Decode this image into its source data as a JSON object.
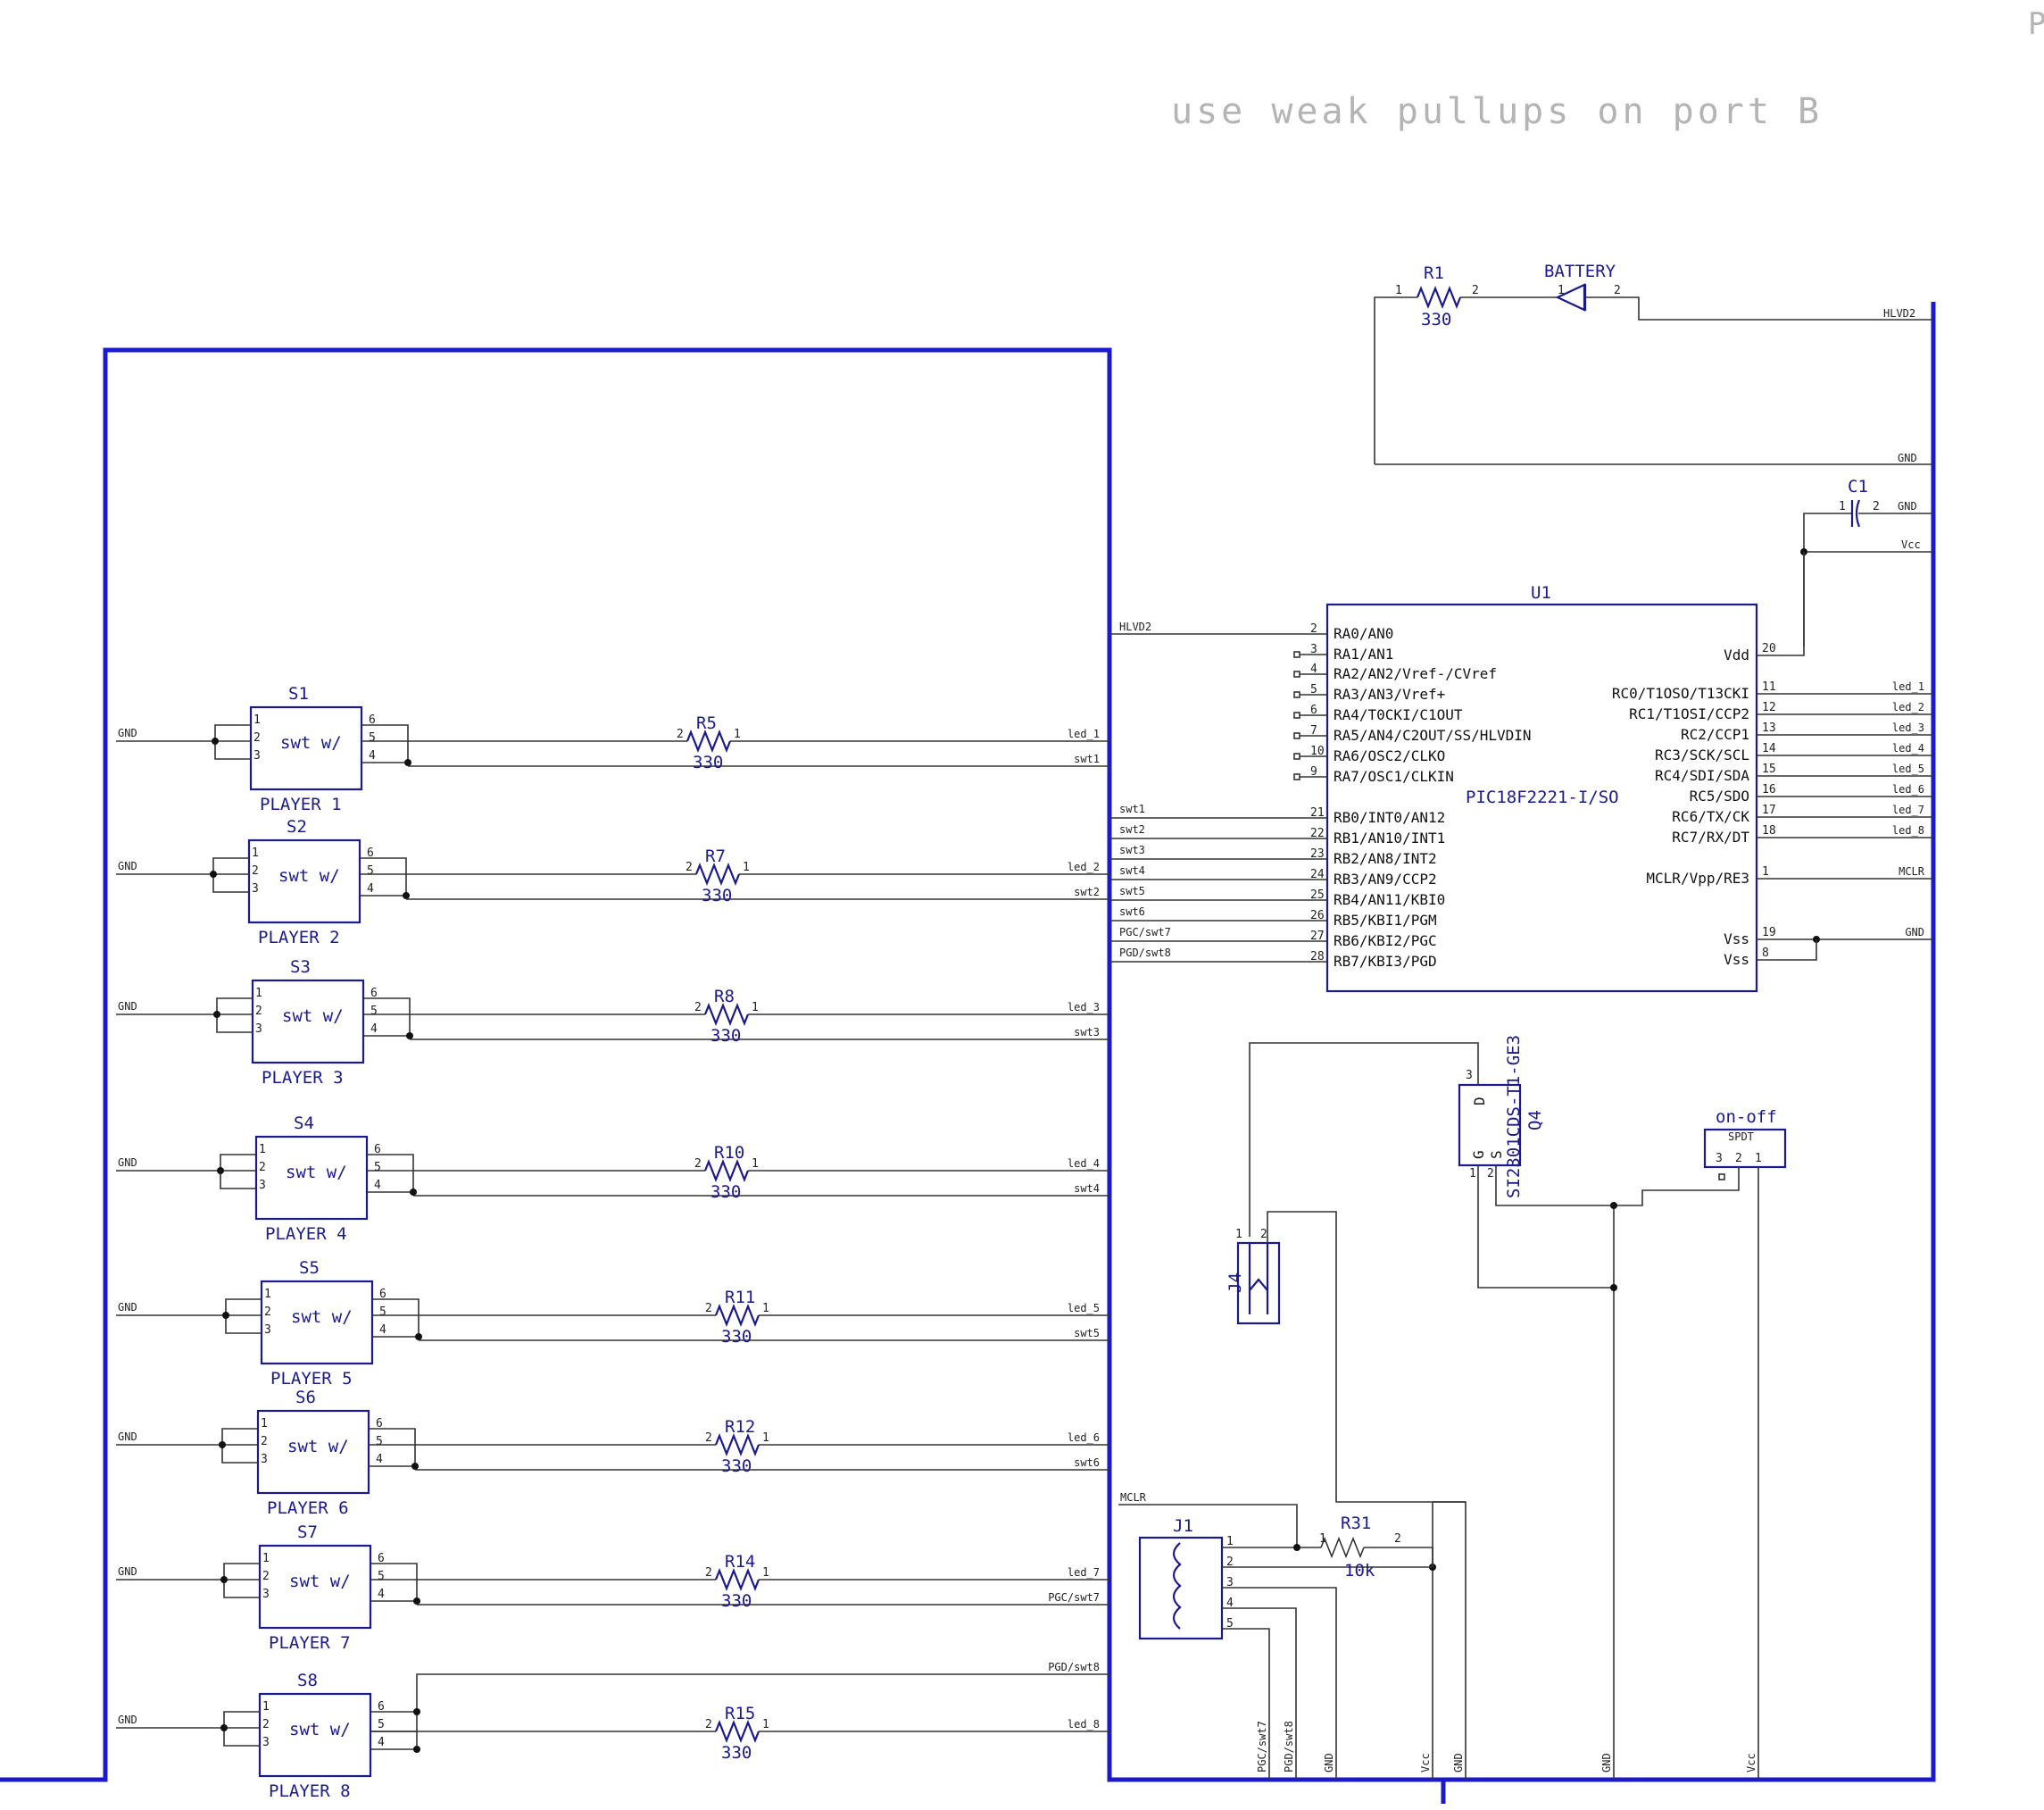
{
  "note": "use  weak  pullups  on  port  B",
  "corner_text": "P",
  "resistor_value": "330",
  "r1": {
    "ref": "R1",
    "value": "330"
  },
  "battery": {
    "ref": "BATTERY"
  },
  "cap": {
    "ref": "C1"
  },
  "u1": {
    "ref": "U1",
    "part": "PIC18F2221-I/SO",
    "left_pins": [
      {
        "num": "2",
        "name": "RA0/AN0"
      },
      {
        "num": "3",
        "name": "RA1/AN1"
      },
      {
        "num": "4",
        "name": "RA2/AN2/Vref-/CVref"
      },
      {
        "num": "5",
        "name": "RA3/AN3/Vref+"
      },
      {
        "num": "6",
        "name": "RA4/T0CKI/C1OUT"
      },
      {
        "num": "7",
        "name": "RA5/AN4/C2OUT/SS/HLVDIN"
      },
      {
        "num": "10",
        "name": "RA6/OSC2/CLKO"
      },
      {
        "num": "9",
        "name": "RA7/OSC1/CLKIN"
      },
      {
        "num": "21",
        "name": "RB0/INT0/AN12"
      },
      {
        "num": "22",
        "name": "RB1/AN10/INT1"
      },
      {
        "num": "23",
        "name": "RB2/AN8/INT2"
      },
      {
        "num": "24",
        "name": "RB3/AN9/CCP2"
      },
      {
        "num": "25",
        "name": "RB4/AN11/KBI0"
      },
      {
        "num": "26",
        "name": "RB5/KBI1/PGM"
      },
      {
        "num": "27",
        "name": "RB6/KBI2/PGC"
      },
      {
        "num": "28",
        "name": "RB7/KBI3/PGD"
      }
    ],
    "left_nets": [
      "HLVD2",
      "",
      "",
      "",
      "",
      "",
      "",
      "",
      "swt1",
      "swt2",
      "swt3",
      "swt4",
      "swt5",
      "swt6",
      "PGC/swt7",
      "PGD/swt8"
    ],
    "right_pins": [
      {
        "num": "20",
        "name": "Vdd",
        "net": ""
      },
      {
        "num": "11",
        "name": "RC0/T1OSO/T13CKI",
        "net": "led_1"
      },
      {
        "num": "12",
        "name": "RC1/T1OSI/CCP2",
        "net": "led_2"
      },
      {
        "num": "13",
        "name": "RC2/CCP1",
        "net": "led_3"
      },
      {
        "num": "14",
        "name": "RC3/SCK/SCL",
        "net": "led_4"
      },
      {
        "num": "15",
        "name": "RC4/SDI/SDA",
        "net": "led_5"
      },
      {
        "num": "16",
        "name": "RC5/SDO",
        "net": "led_6"
      },
      {
        "num": "17",
        "name": "RC6/TX/CK",
        "net": "led_7"
      },
      {
        "num": "18",
        "name": "RC7/RX/DT",
        "net": "led_8"
      },
      {
        "num": "1",
        "name": "MCLR/Vpp/RE3",
        "net": "MCLR"
      },
      {
        "num": "19",
        "name": "Vss",
        "net": "GND"
      },
      {
        "num": "8",
        "name": "Vss",
        "net": ""
      }
    ]
  },
  "power_nets": {
    "hlvd2": "HLVD2",
    "gnd": "GND",
    "vcc": "Vcc",
    "mclr": "MCLR"
  },
  "switches": [
    {
      "ref": "S1",
      "player": "PLAYER 1",
      "body": "swt w/",
      "res": "R5",
      "led": "led_1",
      "swt": "swt1"
    },
    {
      "ref": "S2",
      "player": "PLAYER 2",
      "body": "swt w/",
      "res": "R7",
      "led": "led_2",
      "swt": "swt2"
    },
    {
      "ref": "S3",
      "player": "PLAYER 3",
      "body": "swt w/",
      "res": "R8",
      "led": "led_3",
      "swt": "swt3"
    },
    {
      "ref": "S4",
      "player": "PLAYER 4",
      "body": "swt w/",
      "res": "R10",
      "led": "led_4",
      "swt": "swt4"
    },
    {
      "ref": "S5",
      "player": "PLAYER 5",
      "body": "swt w/",
      "res": "R11",
      "led": "led_5",
      "swt": "swt5"
    },
    {
      "ref": "S6",
      "player": "PLAYER 6",
      "body": "swt w/",
      "res": "R12",
      "led": "led_6",
      "swt": "swt6"
    },
    {
      "ref": "S7",
      "player": "PLAYER 7",
      "body": "swt w/",
      "res": "R14",
      "led": "led_7",
      "swt": "PGC/swt7"
    },
    {
      "ref": "S8",
      "player": "PLAYER 8",
      "body": "swt w/",
      "res": "R15",
      "led": "led_8",
      "swt": "PGD/swt8"
    }
  ],
  "q4": {
    "ref": "Q4",
    "part": "SI2301CDS-T1-GE3",
    "d": "D",
    "g": "G",
    "s": "S"
  },
  "onoff": {
    "ref": "on-off",
    "type": "SPDT"
  },
  "j4": {
    "ref": "J4"
  },
  "j1": {
    "ref": "J1"
  },
  "r31": {
    "ref": "R31",
    "value": "10k"
  },
  "bottom_nets": [
    "PGC/swt7",
    "PGD/swt8",
    "GND",
    "Vcc",
    "GND",
    "GND",
    "Vcc"
  ]
}
